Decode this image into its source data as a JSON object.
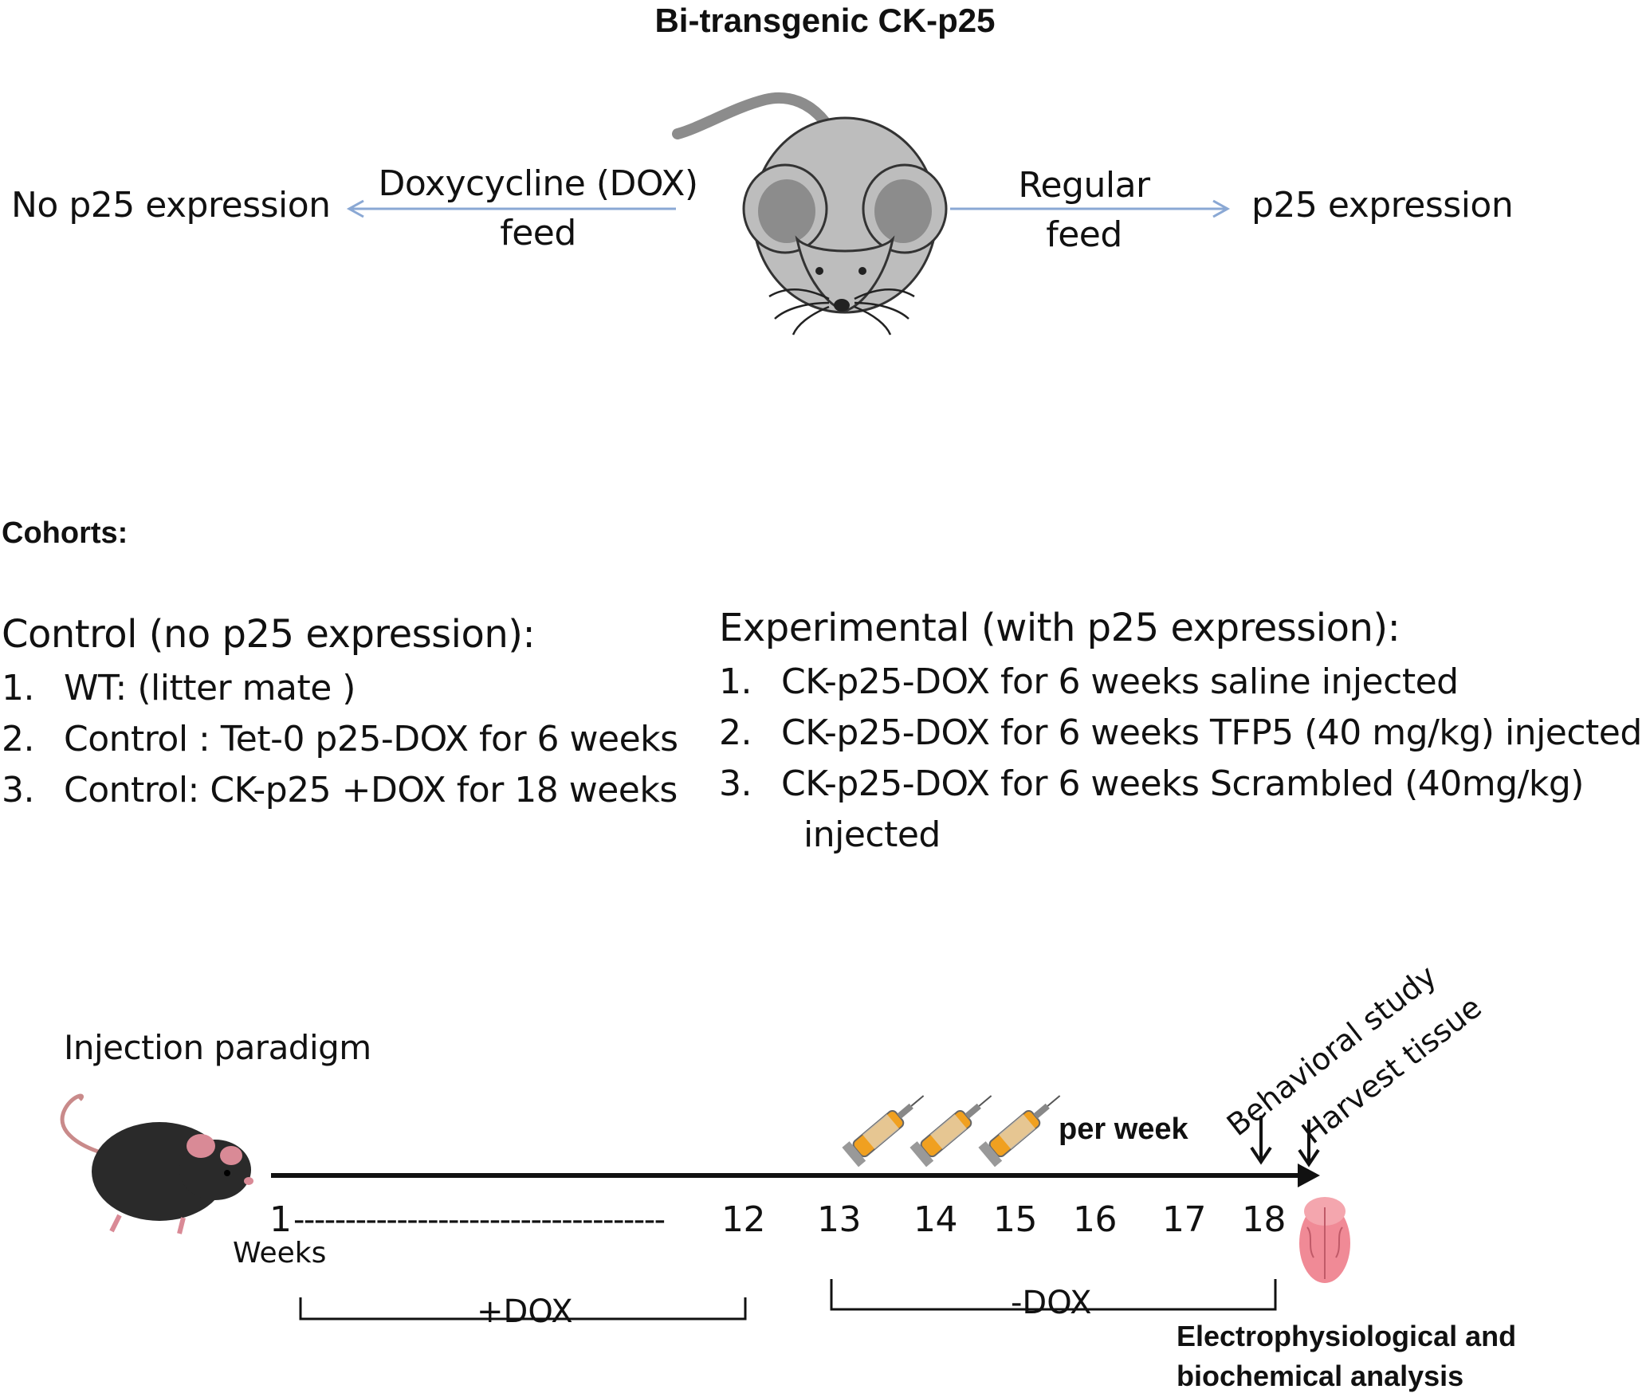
{
  "title": "Bi-transgenic CK-p25",
  "feed": {
    "left_outcome": "No p25 expression",
    "left_feed_line1": "Doxycycline (DOX)",
    "left_feed_line2": "feed",
    "right_feed_line1": "Regular",
    "right_feed_line2": "feed",
    "right_outcome": "p25 expression"
  },
  "cohorts": {
    "heading": "Cohorts:",
    "control": {
      "heading": "Control (no p25 expression):",
      "items": [
        {
          "num": "1.",
          "text": "WT: (litter mate )"
        },
        {
          "num": "2.",
          "text": "Control : Tet-0 p25-DOX for 6 weeks"
        },
        {
          "num": "3.",
          "text": "Control: CK-p25 +DOX for 18 weeks"
        }
      ]
    },
    "experimental": {
      "heading": "Experimental (with p25 expression):",
      "items": [
        {
          "num": "1.",
          "text": "CK-p25-DOX for 6 weeks saline injected"
        },
        {
          "num": "2.",
          "text": "CK-p25-DOX for 6 weeks TFP5 (40 mg/kg) injected"
        },
        {
          "num": "3.",
          "text": "CK-p25-DOX for 6 weeks Scrambled (40mg/kg)",
          "text2": "injected"
        }
      ]
    }
  },
  "timeline": {
    "heading": "Injection paradigm",
    "per_week": "per week",
    "behavioral": "Behavioral study",
    "harvest": "Harvest tissue",
    "weeks_label": "Weeks",
    "week_start": "1",
    "week_dashes": "------------------------------------",
    "week_labels": [
      "12",
      "13",
      "14",
      "15",
      "16",
      "17",
      "18"
    ],
    "plus_dox": "+DOX",
    "minus_dox": "-DOX",
    "analysis_line1": "Electrophysiological and",
    "analysis_line2": "biochemical analysis"
  },
  "colors": {
    "arrow_blue": "#8aa8d4",
    "mouse_gray": "#bdbdbd",
    "mouse_ear": "#8c8c8c",
    "black_mouse": "#2a2a2a",
    "brain_pink": "#f08a96",
    "syringe_orange": "#f0a020"
  },
  "icons": {
    "gray_mouse": "gray-mouse-icon",
    "black_mouse": "black-mouse-icon",
    "syringe": "syringe-icon",
    "brain": "brain-icon"
  }
}
